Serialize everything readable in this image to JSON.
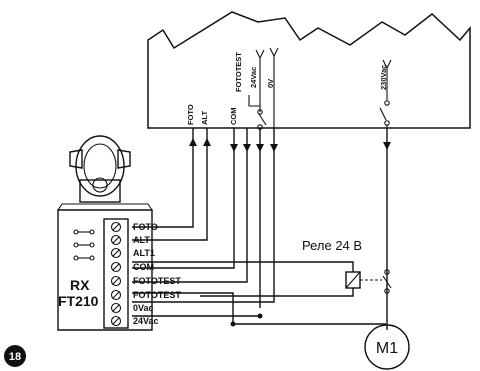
{
  "controller": {
    "labels": {
      "foto": "FOTO",
      "alt": "ALT",
      "com": "COM",
      "fototest": "FOTOTEST",
      "v24": "24Vac",
      "v0": "0V",
      "v230": "230Vac"
    }
  },
  "receiver": {
    "model_line1": "RX",
    "model_line2": "FT210",
    "terminals": [
      "FOTO",
      "ALT",
      "ALT1",
      "COM",
      "FOTOTEST",
      "FOTOTEST",
      "0Vac",
      "24Vac"
    ]
  },
  "relay": {
    "label": "Реле 24 В"
  },
  "motor": {
    "label": "M1"
  },
  "figure": {
    "number": "18"
  }
}
